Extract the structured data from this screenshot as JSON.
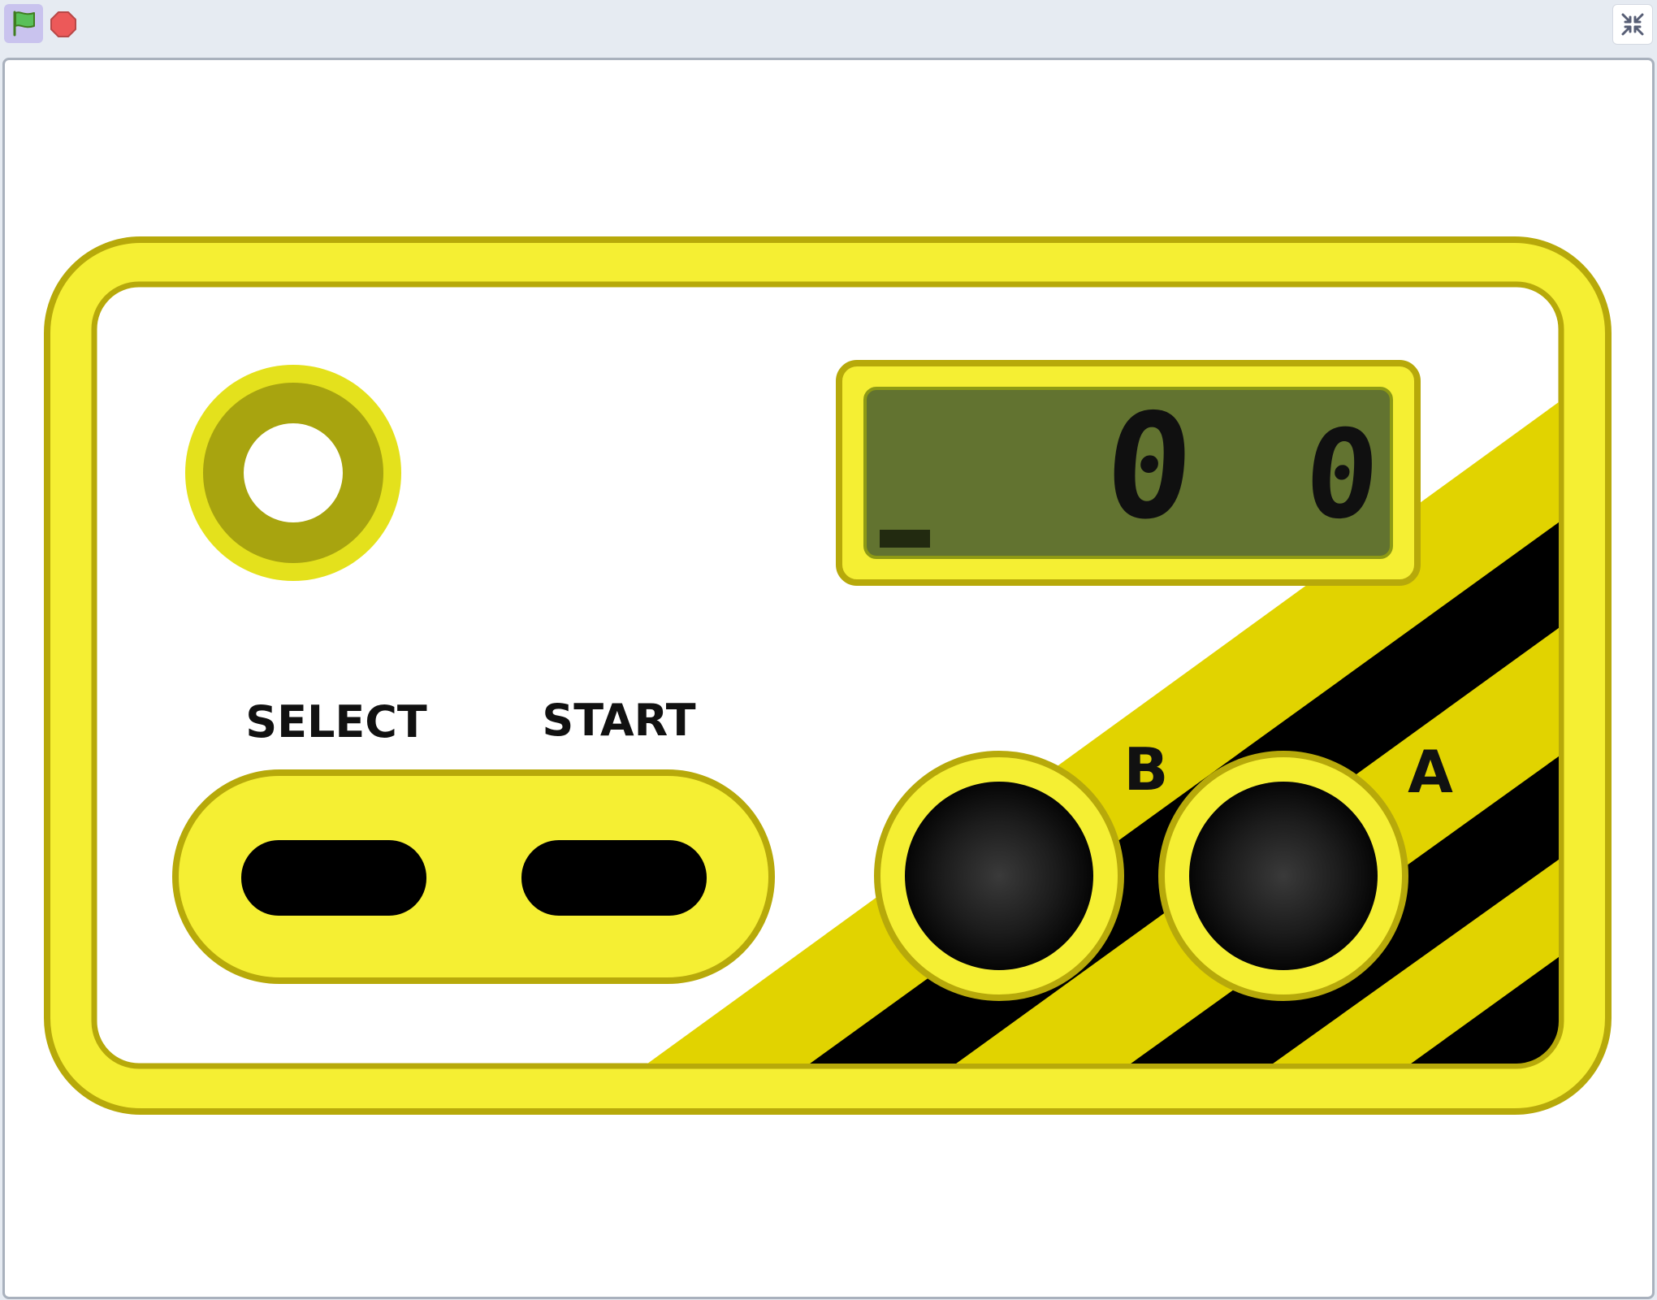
{
  "toolbar": {
    "green_flag_icon": "green-flag-icon",
    "stop_icon": "stop-icon",
    "fullscreen_icon": "exit-fullscreen-icon"
  },
  "game": {
    "select_label": "SELECT",
    "start_label": "START",
    "b_label": "B",
    "a_label": "A",
    "display": {
      "digit_left": "0",
      "digit_right": "0"
    }
  },
  "colors": {
    "yellow": "#f5ef33",
    "yellow_dark": "#b7a90a",
    "stripe_yellow": "#e1d300",
    "lcd_bg": "#627330",
    "black": "#000000",
    "olive": "#a8a40f"
  }
}
